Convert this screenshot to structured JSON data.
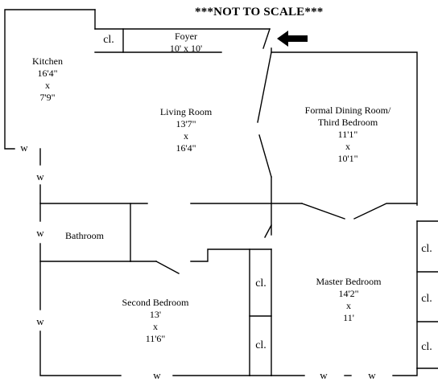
{
  "note": "***NOT TO SCALE***",
  "colors": {
    "ink": "#000000",
    "background": "#ffffff"
  },
  "entry_icon": "left-arrow-icon",
  "rooms": {
    "foyer": {
      "name": "Foyer",
      "size": "10' x 10'"
    },
    "kitchen": {
      "name": "Kitchen",
      "dim1": "16'4\"",
      "x": "x",
      "dim2": "7'9\""
    },
    "living": {
      "name": "Living Room",
      "dim1": "13'7\"",
      "x": "x",
      "dim2": "16'4\""
    },
    "dining": {
      "name1": "Formal Dining Room/",
      "name2": "Third Bedroom",
      "dim1": "11'1\"",
      "x": "x",
      "dim2": "10'1\""
    },
    "bathroom": {
      "name": "Bathroom"
    },
    "second": {
      "name": "Second Bedroom",
      "dim1": "13'",
      "x": "x",
      "dim2": "11'6\""
    },
    "master": {
      "name": "Master Bedroom",
      "dim1": "14'2\"",
      "x": "x",
      "dim2": "11'"
    }
  },
  "closet_label": "cl.",
  "window_label": "w"
}
